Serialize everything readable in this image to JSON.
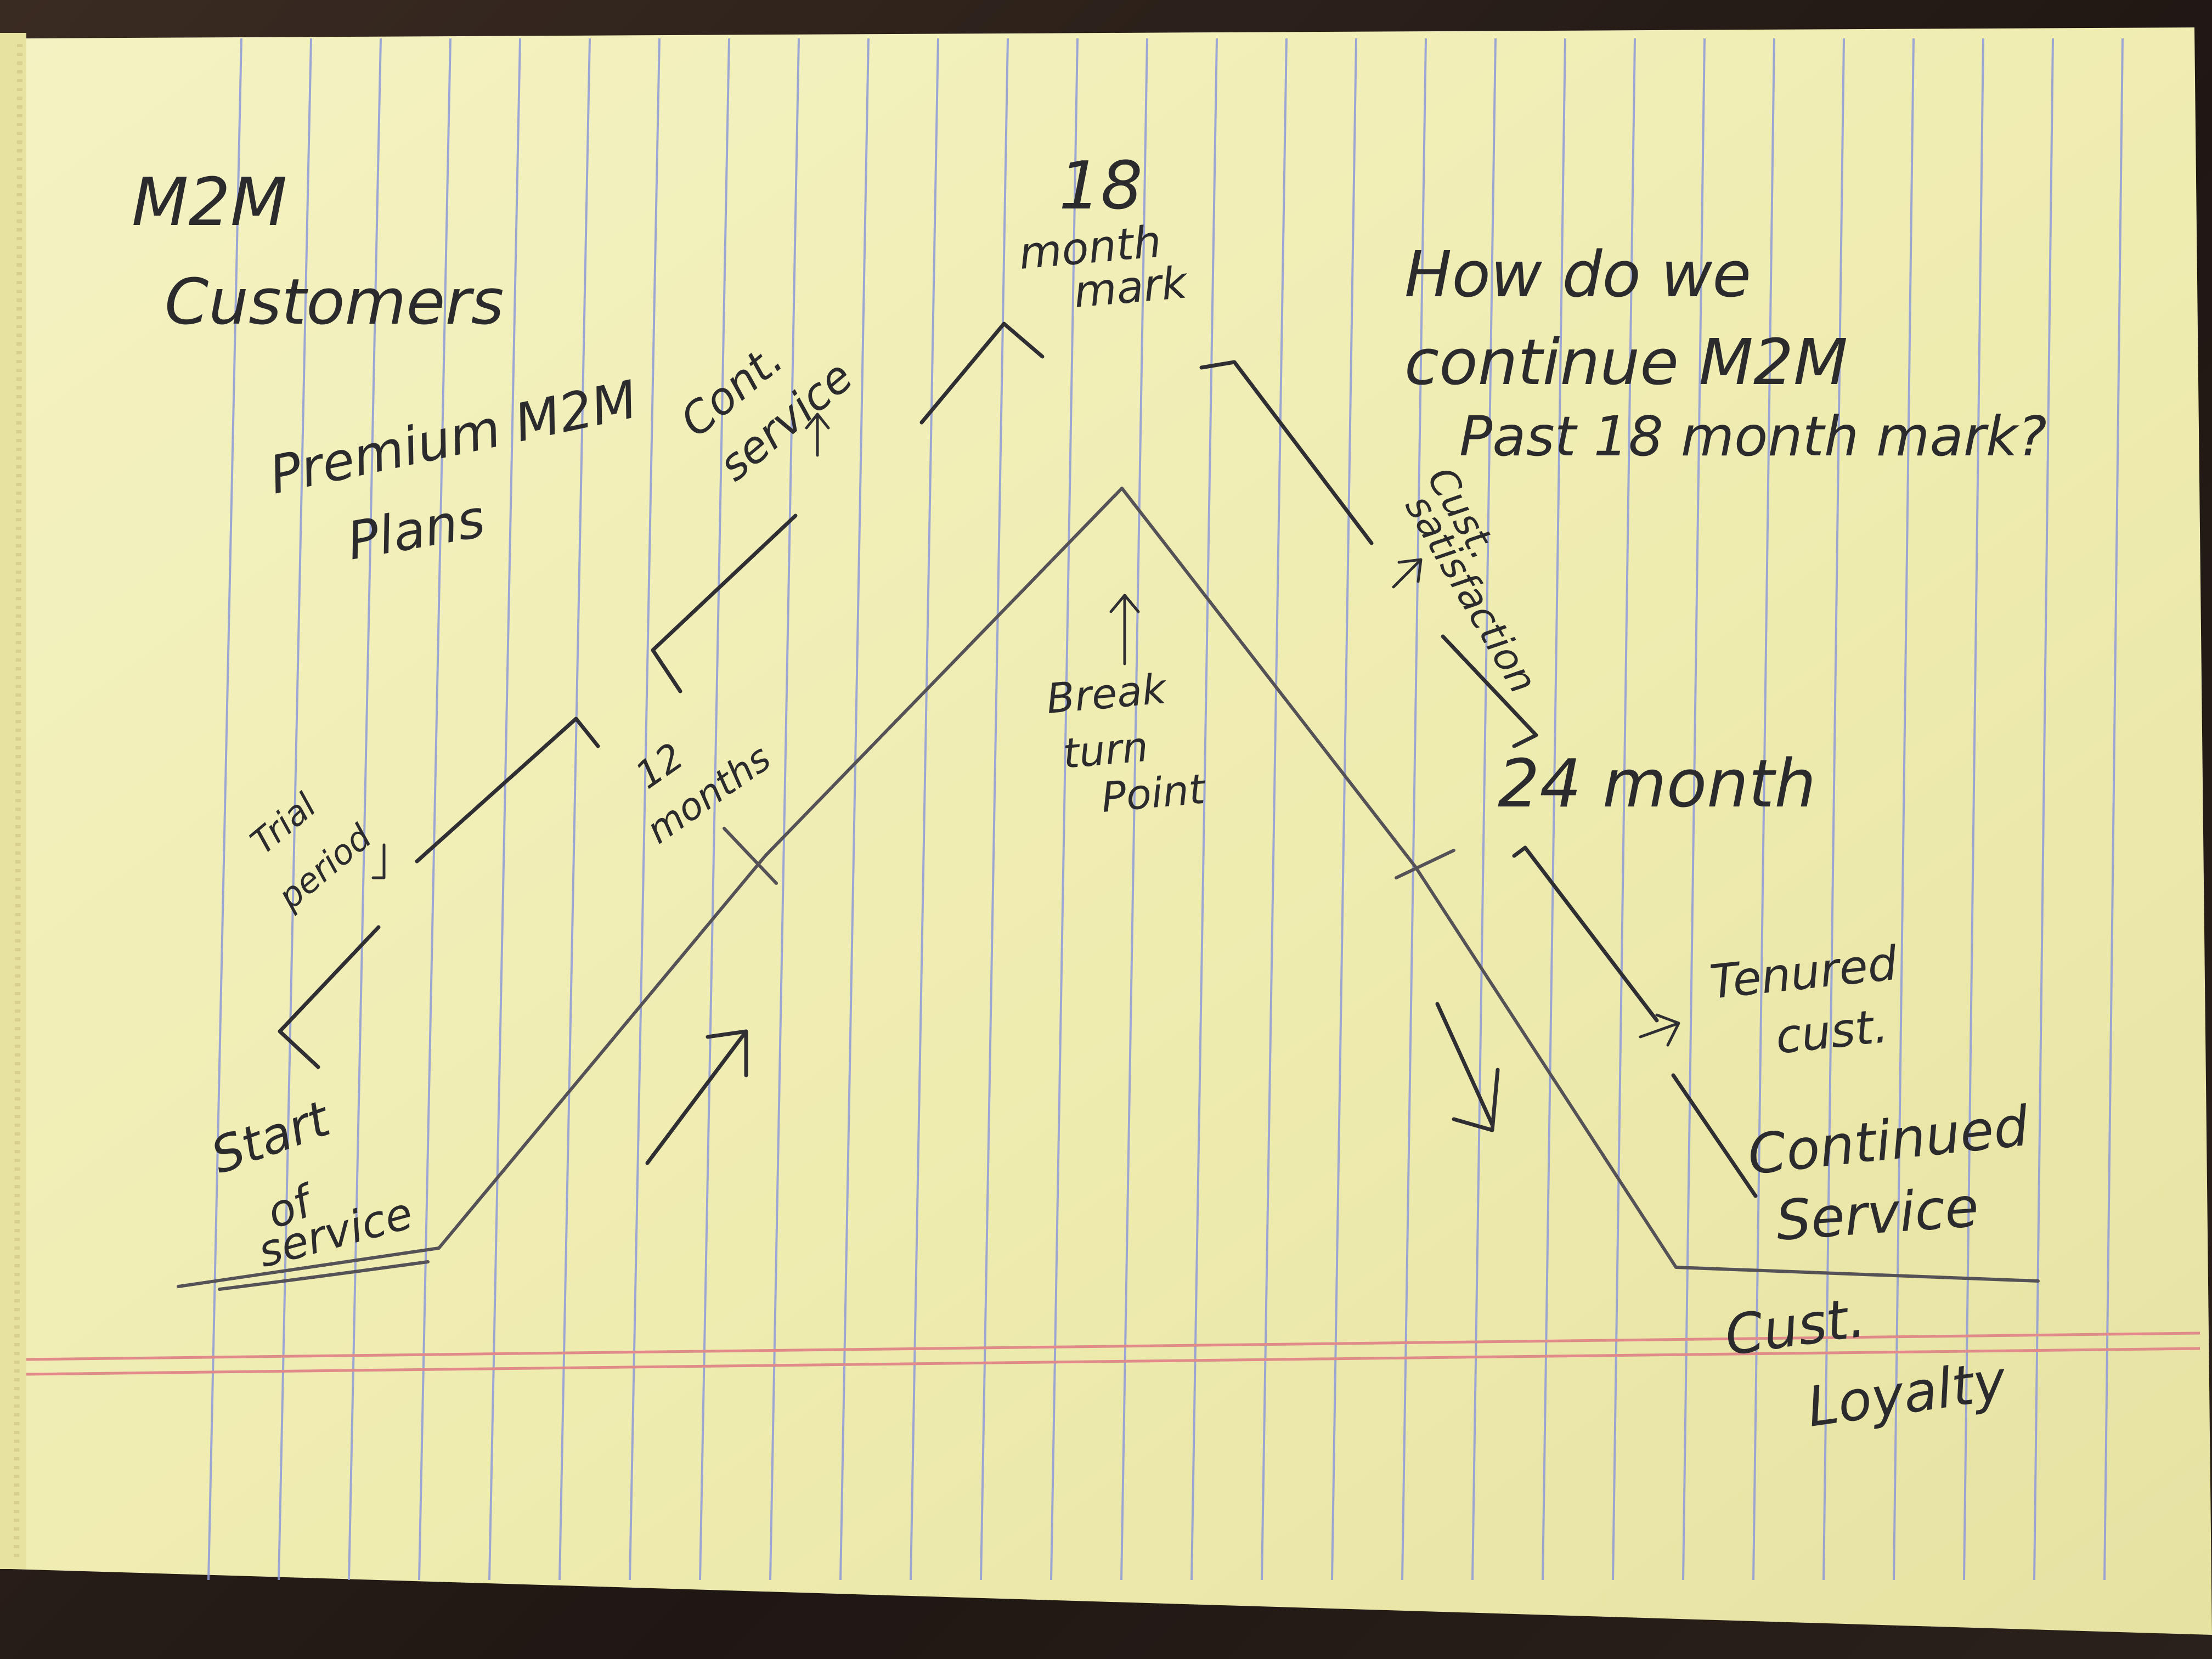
{
  "title": "M2M Customers",
  "question_lines": [
    "How do we",
    "continue M2M",
    "Past 18 month mark?"
  ],
  "labels": {
    "premium_plans": [
      "Premium M2M",
      "Plans"
    ],
    "cont_service": [
      "Cont.",
      "service"
    ],
    "month_18": [
      "18",
      "month",
      "mark"
    ],
    "trial_period": [
      "Trial",
      "period"
    ],
    "months_12": [
      "12",
      "months"
    ],
    "break_turn_point": [
      "Break",
      "turn",
      "Point"
    ],
    "cust_satisfaction": [
      "Cust.",
      "satisfaction"
    ],
    "month_24": "24 month",
    "tenured_cust": [
      "Tenured",
      "cust."
    ],
    "continued_service": [
      "Continued",
      "Service"
    ],
    "start_of_service": [
      "Start",
      "of",
      "service"
    ],
    "cust_loyalty": [
      "Cust.",
      "Loyalty"
    ]
  },
  "colors": {
    "paper": "#f2efb4",
    "blue_rule": "#8e9ad8",
    "red_margin": "#e08a8a",
    "ink": "#2f2f33",
    "pencil": "#555257"
  }
}
